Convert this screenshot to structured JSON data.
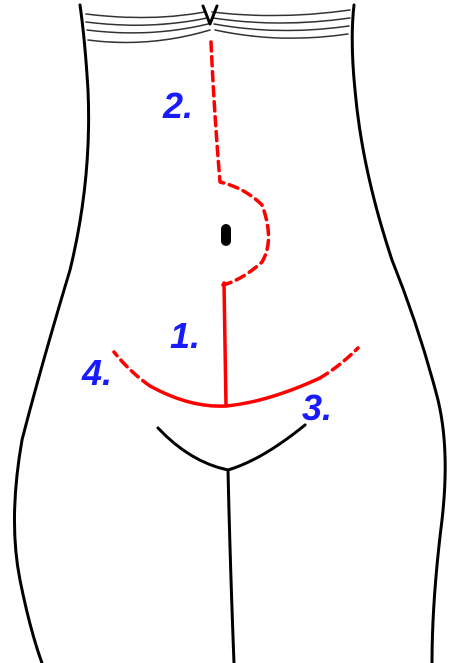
{
  "colors": {
    "outline": "#000000",
    "incision": "#ff0000",
    "label": "#1a1aff",
    "background": "#ffffff"
  },
  "incisions": [
    {
      "label": "1.",
      "style": "solid",
      "description_key": "vertical-lower-midline"
    },
    {
      "label": "2.",
      "style": "dashed",
      "description_key": "vertical-upper-midline-around-navel"
    },
    {
      "label": "3.",
      "style": "dashed",
      "description_key": "right-transverse-extension"
    },
    {
      "label": "4.",
      "style": "dashed",
      "description_key": "left-transverse-extension"
    }
  ]
}
